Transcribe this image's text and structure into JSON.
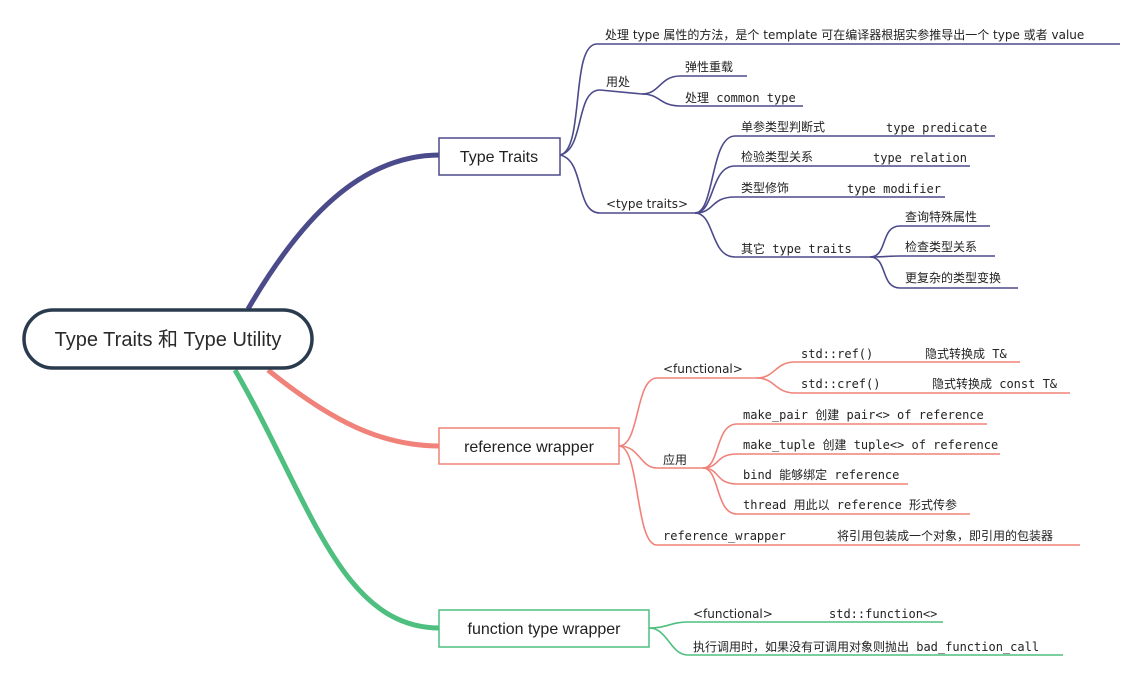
{
  "colors": {
    "root": "#2b3b4e",
    "type_traits": "#4b4a8a",
    "reference_wrapper": "#f08279",
    "function_wrapper": "#4fbf7f"
  },
  "root": {
    "label": "Type Traits 和 Type Utility"
  },
  "type_traits": {
    "label": "Type Traits",
    "desc": "处理 type 属性的方法，是个 template 可在编译器根据实参推导出一个 type 或者 value",
    "usage": {
      "label": "用处",
      "items": [
        "弹性重载",
        "处理 common type"
      ]
    },
    "header": {
      "label": "<type traits>",
      "predicate": {
        "label": "单参类型判断式",
        "value": "type predicate"
      },
      "relation": {
        "label": "检验类型关系",
        "value": "type relation"
      },
      "modifier": {
        "label": "类型修饰",
        "value": "type modifier"
      },
      "other": {
        "label": "其它 type traits",
        "items": [
          "查询特殊属性",
          "检查类型关系",
          "更复杂的类型变换"
        ]
      }
    }
  },
  "reference_wrapper": {
    "label": "reference wrapper",
    "functional": {
      "label": "<functional>",
      "ref": {
        "label": "std::ref()",
        "value": "隐式转换成 T&"
      },
      "cref": {
        "label": "std::cref()",
        "value": "隐式转换成 const T&"
      }
    },
    "usage": {
      "label": "应用",
      "items": [
        "make_pair 创建 pair<> of reference",
        "make_tuple 创建 tuple<> of reference",
        "bind 能够绑定 reference",
        "thread 用此以 reference 形式传参"
      ]
    },
    "rw": {
      "label": "reference_wrapper",
      "value": "将引用包装成一个对象，即引用的包装器"
    }
  },
  "function_wrapper": {
    "label": "function type wrapper",
    "functional": {
      "label": "<functional>",
      "value": "std::function<>"
    },
    "note": "执行调用时，如果没有可调用对象则抛出 bad_function_call"
  }
}
